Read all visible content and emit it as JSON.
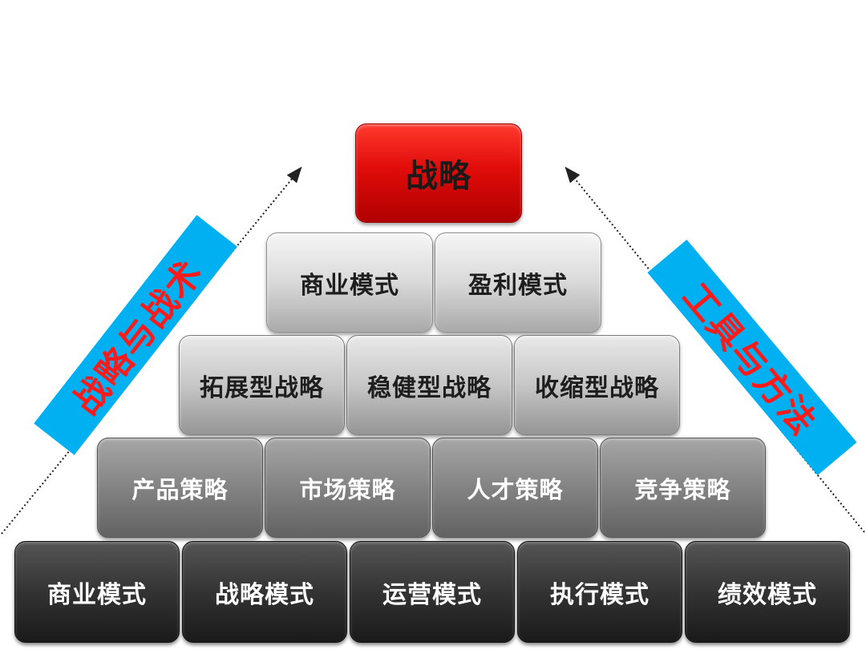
{
  "top": {
    "label": "战略"
  },
  "row1": [
    "商业模式",
    "盈利模式"
  ],
  "row2": [
    "拓展型战略",
    "稳健型战略",
    "收缩型战略"
  ],
  "row3": [
    "产品策略",
    "市场策略",
    "人才策略",
    "竞争策略"
  ],
  "row4": [
    "商业模式",
    "战略模式",
    "运营模式",
    "执行模式",
    "绩效模式"
  ],
  "banners": {
    "left": "战略与战术",
    "right": "工具与方法"
  },
  "colors": {
    "top": "#e00c0a",
    "banner_bg": "#00b0f0",
    "banner_text": "#ff1a1a",
    "row1": "#d9d9d9",
    "row2": "#c6c6c6",
    "row3": "#838383",
    "row4": "#333333"
  }
}
